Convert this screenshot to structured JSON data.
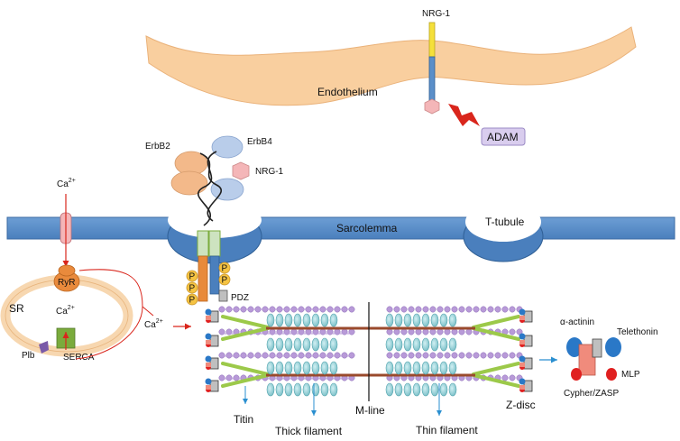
{
  "labels": {
    "nrg1_top": "NRG-1",
    "endothelium": "Endothelium",
    "adam": "ADAM",
    "erbb2": "ErbB2",
    "erbb4": "ErbB4",
    "nrg1_bound": "NRG-1",
    "ca_top_main": "Ca",
    "ca_top_sup": "2+",
    "sarcolemma": "Sarcolemma",
    "t_tubule": "T-tubule",
    "ryr": "RyR",
    "sr": "SR",
    "ca_sr_main": "Ca",
    "ca_sr_sup": "2+",
    "ca_cyto_main": "Ca",
    "ca_cyto_sup": "2+",
    "plb": "Plb",
    "serca": "SERCA",
    "p": "P",
    "pdz": "PDZ",
    "alpha_actinin": "α-actinin",
    "telethonin": "Telethonin",
    "mlp": "MLP",
    "cypher": "Cypher/ZASP",
    "titin": "Titin",
    "thick_filament": "Thick filament",
    "m_line": "M-line",
    "thin_filament": "Thin filament",
    "z_disc": "Z-disc"
  },
  "colors": {
    "endothelium": "#f9cf9f",
    "membrane": "#5b8fc9",
    "membrane_dark": "#2f5f95",
    "erbb2": "#f3b98a",
    "erbb4": "#b9cdea",
    "nrg1": "#f4b6b8",
    "adam_fill": "#d9cdee",
    "sr_ring": "#f7d7b0",
    "ryr": "#e98a3c",
    "serca": "#7aab3c",
    "thick": "#8ccfd6",
    "thin": "#b89ad8",
    "titin": "#9cc94a",
    "arrow_red": "#d9261c",
    "arrow_blue": "#2a8fd0",
    "phospho": "#f5c342"
  }
}
